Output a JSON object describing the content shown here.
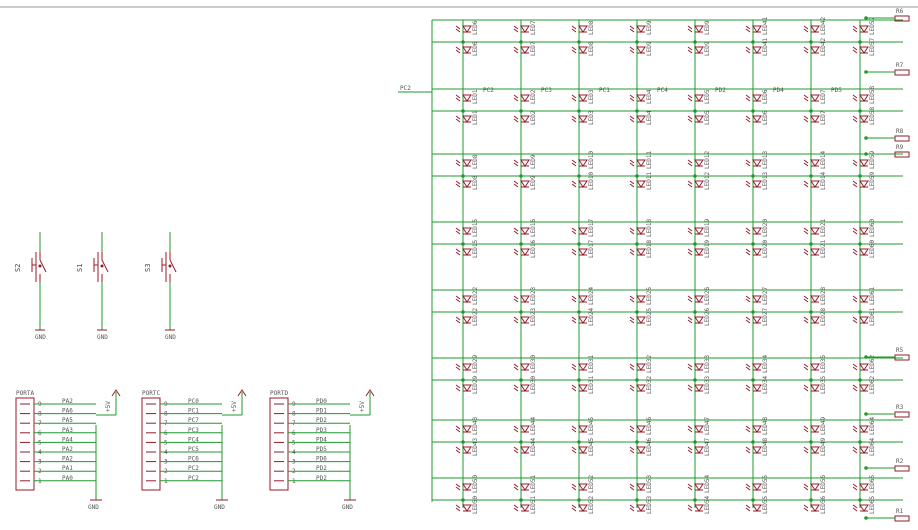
{
  "switches": [
    {
      "name": "S2",
      "gnd": "GND"
    },
    {
      "name": "S1",
      "gnd": "GND"
    },
    {
      "name": "S3",
      "gnd": "GND"
    }
  ],
  "headers": [
    {
      "name": "PORTA",
      "pins": [
        "9",
        "8",
        "7",
        "6",
        "5",
        "4",
        "3",
        "2",
        "1"
      ],
      "nets": [
        "PA2",
        "PA6",
        "PA5",
        "PA3",
        "PA4",
        "PA2",
        "PA2",
        "PA1",
        "PA0"
      ],
      "power": "+5V",
      "gnd": "GND"
    },
    {
      "name": "PORTC",
      "pins": [
        "9",
        "8",
        "7",
        "6",
        "5",
        "4",
        "3",
        "2",
        "1"
      ],
      "nets": [
        "PC0",
        "PC1",
        "PC7",
        "PC3",
        "PC4",
        "PC5",
        "PC6",
        "PC2",
        "PC2"
      ],
      "power": "+5V",
      "gnd": "GND"
    },
    {
      "name": "PORTD",
      "pins": [
        "9",
        "8",
        "7",
        "6",
        "5",
        "4",
        "3",
        "2",
        "1"
      ],
      "nets": [
        "PD0",
        "PD1",
        "PD2",
        "PD3",
        "PD4",
        "PD5",
        "PD6",
        "PD2",
        "PD2"
      ],
      "power": "+5V",
      "gnd": "GND"
    }
  ],
  "matrix_nets": [
    "PC2",
    "PC3",
    "PC1",
    "PC4",
    "PD2",
    "PD4",
    "PD5"
  ],
  "matrix_left_net": "PC2",
  "led_labels": [
    [
      "LED6",
      "LED7",
      "LED8",
      "LED9",
      "LED9",
      "LED41",
      "LED42",
      "LED57"
    ],
    [
      "LED1",
      "LED2",
      "LED3",
      "LED4",
      "LED5",
      "LED6",
      "LED7",
      "LED58"
    ],
    [
      "LED8",
      "LED9",
      "LED10",
      "LED11",
      "LED12",
      "LED13",
      "LED14",
      "LED59"
    ],
    [
      "LED15",
      "LED16",
      "LED17",
      "LED18",
      "LED19",
      "LED20",
      "LED21",
      "LED60"
    ],
    [
      "LED22",
      "LED23",
      "LED24",
      "LED25",
      "LED26",
      "LED27",
      "LED28",
      "LED61"
    ],
    [
      "LED29",
      "LED30",
      "LED31",
      "LED32",
      "LED33",
      "LED34",
      "LED35",
      "LED62"
    ],
    [
      "LED43",
      "LED44",
      "LED45",
      "LED46",
      "LED47",
      "LED48",
      "LED49",
      "LED64"
    ],
    [
      "LED50",
      "LED51",
      "LED52",
      "LED53",
      "LED54",
      "LED55",
      "LED56",
      "LED65"
    ]
  ],
  "resistors": [
    "R6",
    "R7",
    "R8",
    "R9",
    "R5",
    "R3",
    "R2",
    "R1"
  ]
}
